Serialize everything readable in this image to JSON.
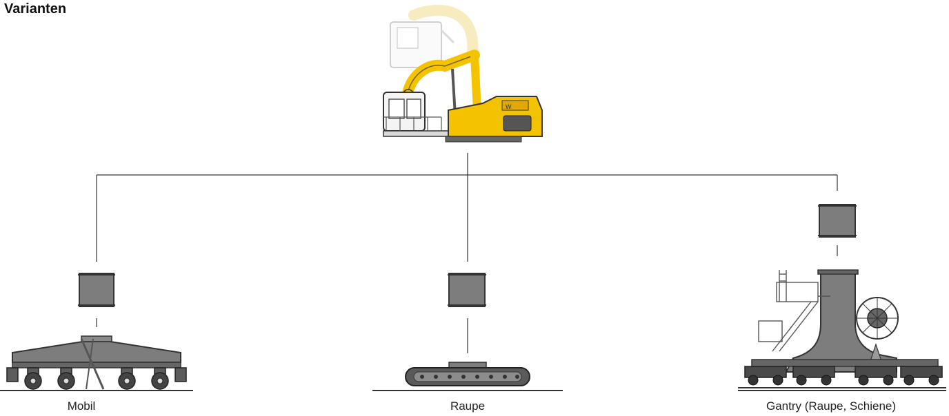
{
  "header": {
    "title": "Varianten"
  },
  "variants": [
    {
      "label": "Mobil",
      "icon": "wheeled-mobile-undercarriage-icon"
    },
    {
      "label": "Raupe",
      "icon": "crawler-track-undercarriage-icon"
    },
    {
      "label": "Gantry (Raupe, Schiene)",
      "icon": "gantry-rail-undercarriage-icon"
    }
  ],
  "upper_machine": {
    "icon": "yellow-material-handler-icon"
  },
  "connector": {
    "icon": "grey-adapter-column-icon"
  },
  "colors": {
    "machine_yellow": "#f3c300",
    "steel_grey": "#7d7d7d",
    "dark_grey": "#4a4a4a",
    "line": "#333333"
  }
}
